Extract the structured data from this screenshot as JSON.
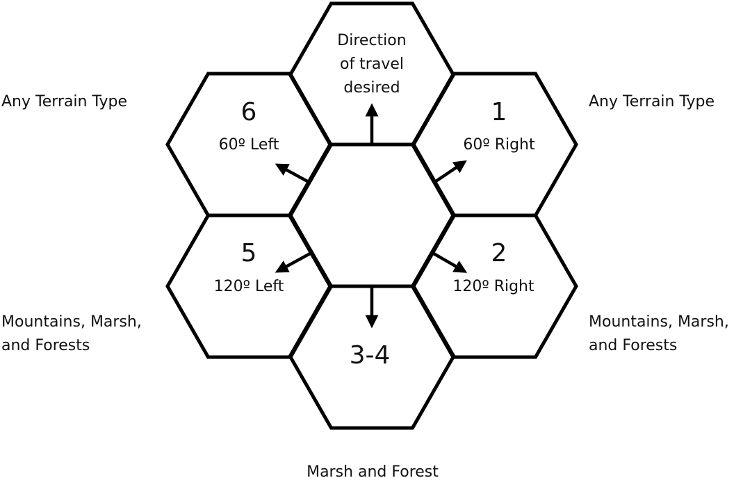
{
  "center_label": [
    "Direction",
    "of travel",
    "desired"
  ],
  "hexes": {
    "h1": {
      "number": "1",
      "direction": "60º Right"
    },
    "h2": {
      "number": "2",
      "direction": "120º Right"
    },
    "h34": {
      "number": "3-4"
    },
    "h5": {
      "number": "5",
      "direction": "120º Left"
    },
    "h6": {
      "number": "6",
      "direction": "60º Left"
    }
  },
  "terrain": {
    "upper_left": "Any Terrain Type",
    "upper_right": "Any Terrain Type",
    "lower_left": [
      "Mountains, Marsh,",
      "and Forests"
    ],
    "lower_right": [
      "Mountains, Marsh,",
      "and Forests"
    ],
    "bottom": "Marsh and Forest"
  }
}
